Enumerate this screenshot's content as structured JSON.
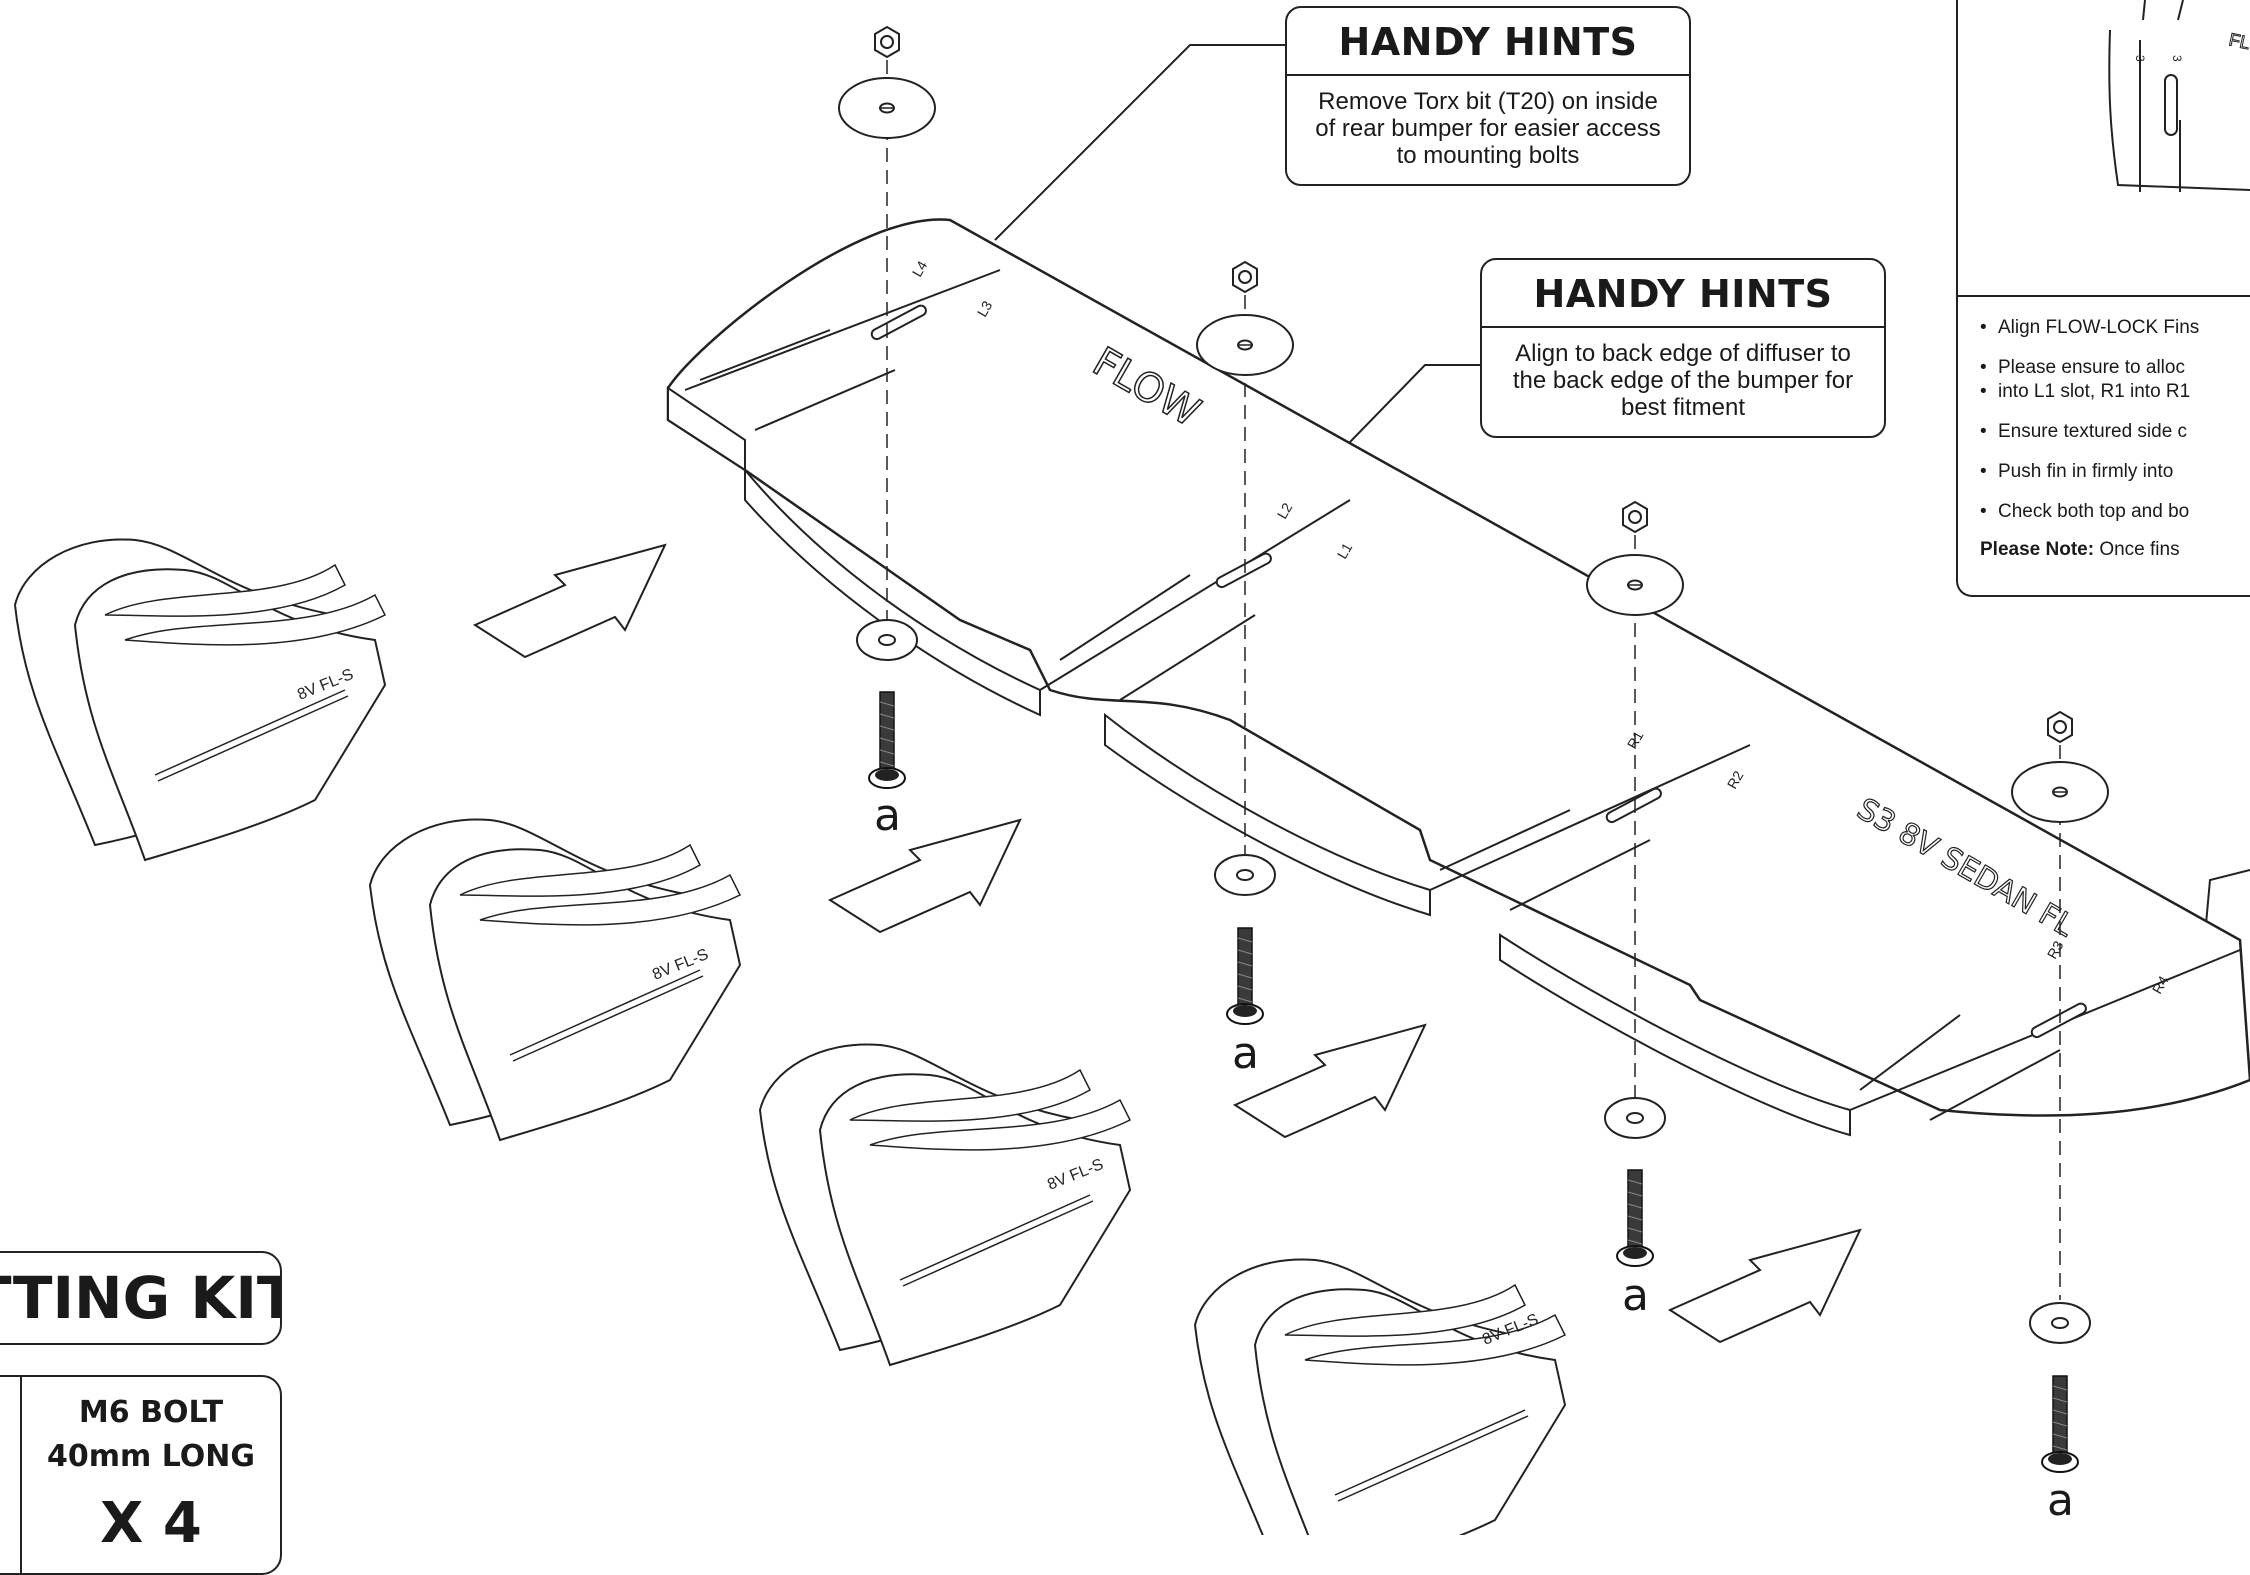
{
  "hint_1": {
    "title": "HANDY HINTS",
    "body": "Remove Torx bit (T20) on inside of rear bumper for easier access to mounting bolts"
  },
  "hint_2": {
    "title": "HANDY HINTS",
    "body": "Align to back edge of diffuser to the back edge of the bumper for best fitment"
  },
  "instructions": {
    "items": [
      "Align FLOW-LOCK Fins",
      "Please ensure to alloc",
      "into L1 slot, R1 into R1",
      "Ensure textured side c",
      "Push fin in firmly into",
      "Check both top and bo"
    ],
    "note_label": "Please Note:",
    "note_text": " Once fins"
  },
  "kit": {
    "title": "TTING KIT",
    "item_name_line1": "M6 BOLT",
    "item_name_line2": "40mm LONG",
    "item_qty": "X 4"
  },
  "diffuser_markings": {
    "brand": "FLOW",
    "model": "S3 8V SEDAN FL",
    "slots": [
      "L4",
      "L3",
      "L2",
      "L1",
      "R1",
      "R2",
      "R3",
      "R4"
    ]
  },
  "fin_marking": "8V FL-S",
  "bolt_label": "a",
  "inset_slot_labels": [
    "3",
    "3"
  ]
}
